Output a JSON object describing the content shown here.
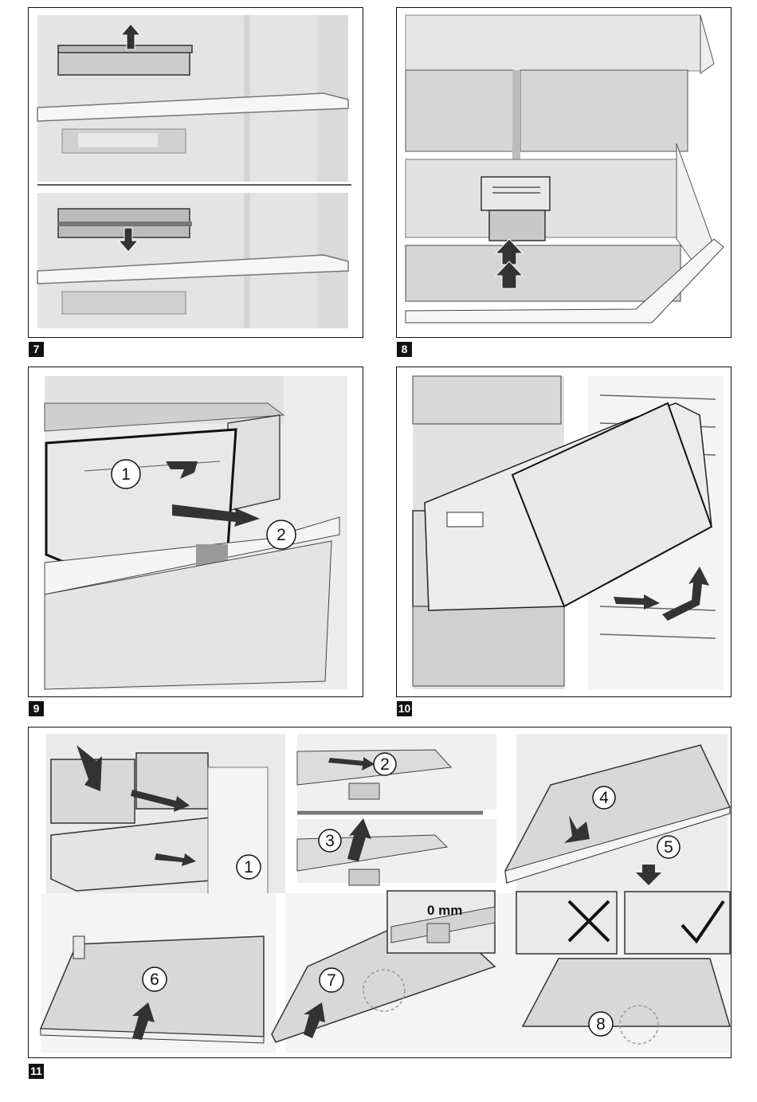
{
  "figures": [
    {
      "label": "7"
    },
    {
      "label": "8"
    },
    {
      "label": "9",
      "steps": [
        "1",
        "2"
      ]
    },
    {
      "label": "10"
    },
    {
      "label": "11",
      "steps": [
        "1",
        "2",
        "3",
        "4",
        "5",
        "6",
        "7",
        "8"
      ],
      "gap_label": "0 mm"
    }
  ]
}
